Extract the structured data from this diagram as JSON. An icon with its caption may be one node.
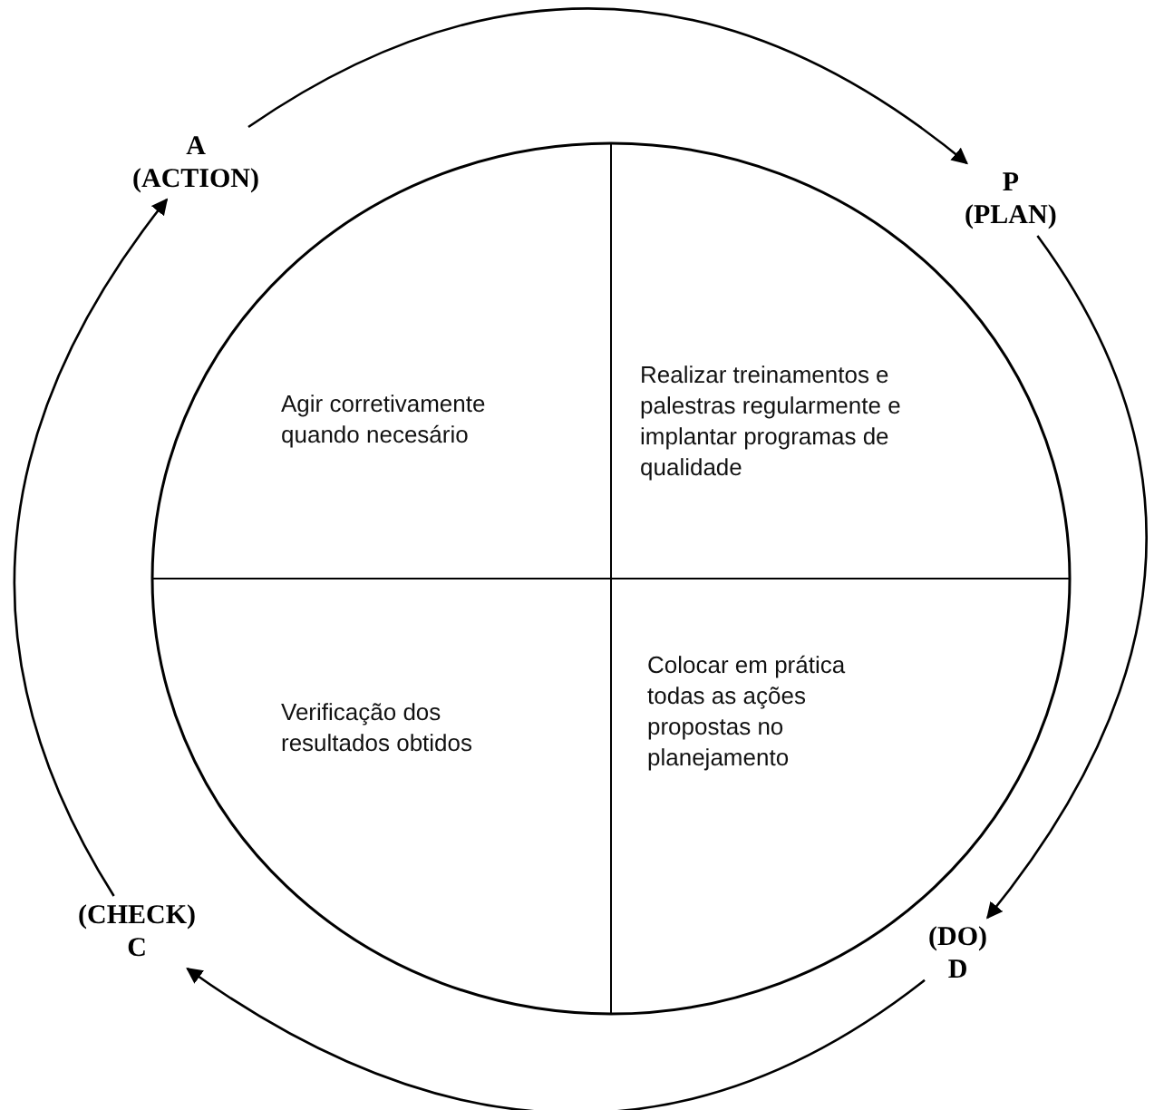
{
  "diagram": {
    "nodes": [
      {
        "text": [],
        "shape": "circle"
      },
      {
        "text": [
          "Agir corretivamente quando necesário"
        ],
        "in": 0
      },
      {
        "text": [
          "Realizar treinamentos e palestras regularmente e implantar programas de qualidade"
        ],
        "in": 0
      },
      {
        "text": [
          "Verificação dos resultados obtidos"
        ],
        "in": 0
      },
      {
        "text": [
          "Colocar em prática todas as ações propostas no planejamento"
        ],
        "in": 0
      },
      {
        "text": [
          "A (ACTION)"
        ]
      },
      {
        "text": [
          "P (PLAN)"
        ]
      },
      {
        "text": [
          "(DO) D"
        ]
      },
      {
        "text": [
          "(CHECK) C"
        ]
      }
    ],
    "edges": [
      {
        "from": 5,
        "to": 6,
        "arrow": "to"
      },
      {
        "from": 6,
        "to": 7,
        "arrow": "to"
      },
      {
        "from": 7,
        "to": 8,
        "arrow": "to"
      },
      {
        "from": 8,
        "to": 5,
        "arrow": "to"
      }
    ]
  }
}
